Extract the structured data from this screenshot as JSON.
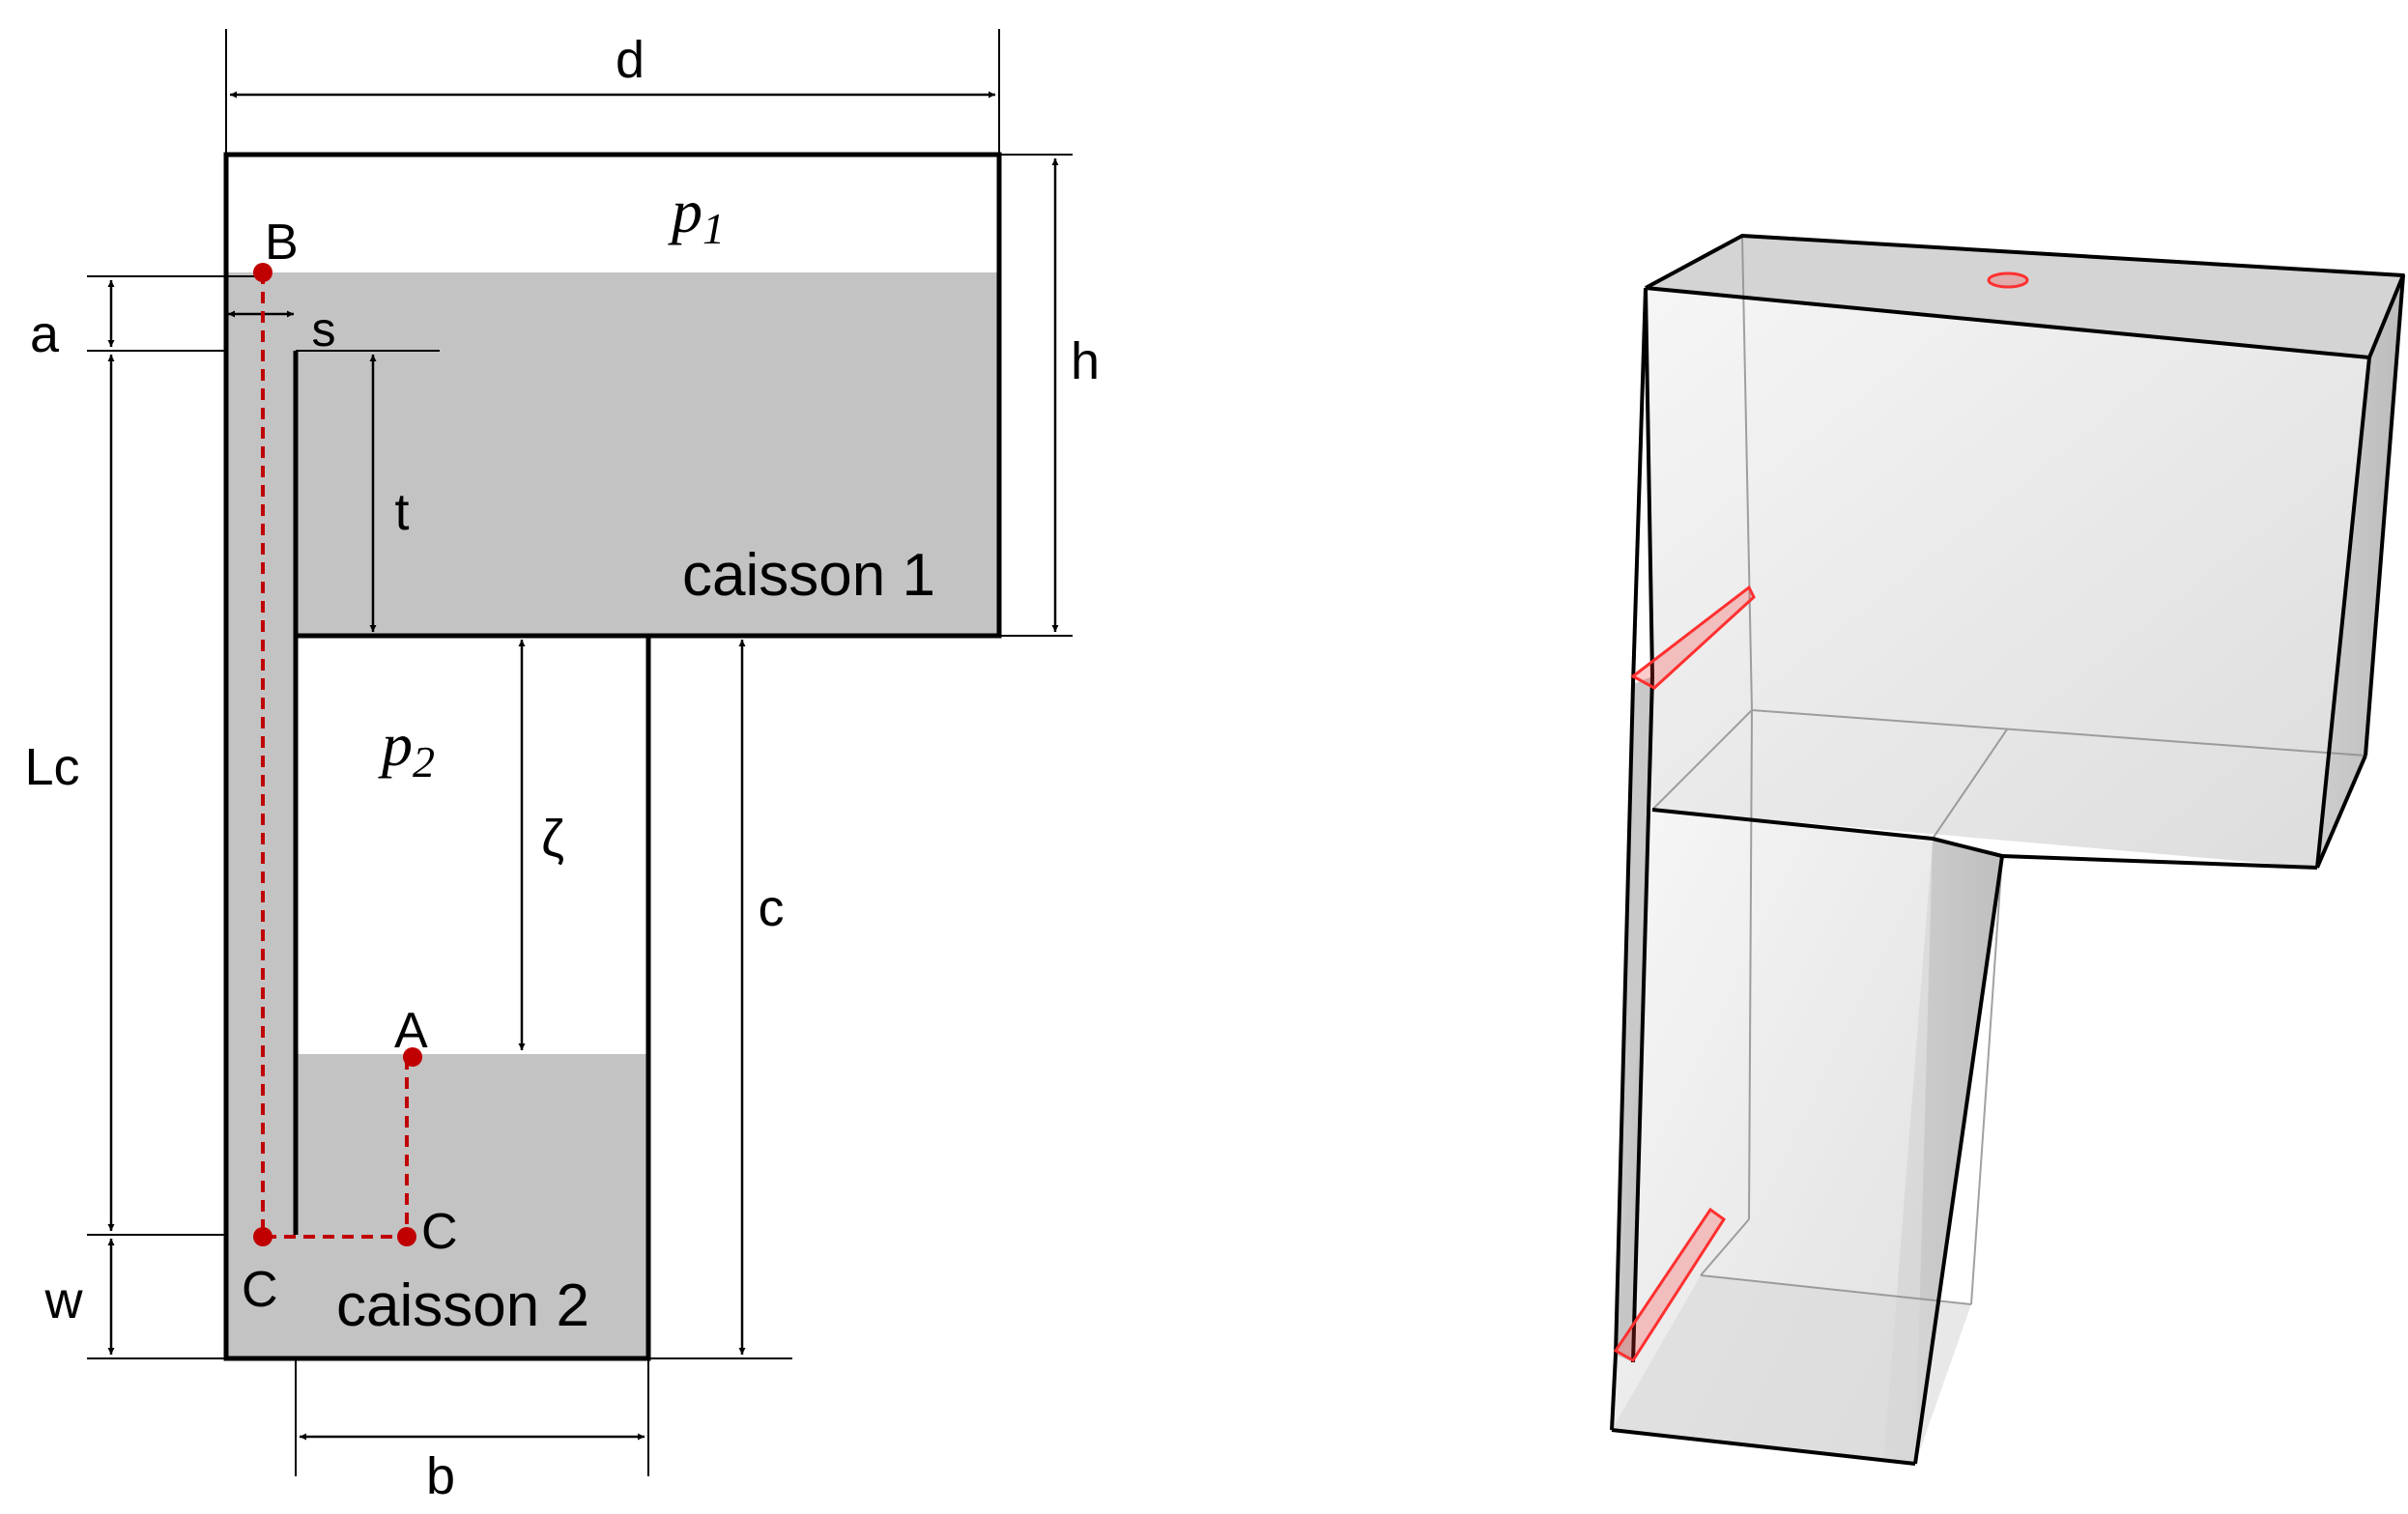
{
  "labels": {
    "d": "d",
    "h": "h",
    "a": "a",
    "s": "s",
    "t": "t",
    "Lc": "Lc",
    "c": "c",
    "w": "w",
    "b": "b",
    "zeta": "ζ",
    "p1_base": "p",
    "p1_sub": "1",
    "p2_base": "p",
    "p2_sub": "2",
    "caisson1": "caisson 1",
    "caisson2": "caisson 2"
  },
  "points": {
    "A": "A",
    "B": "B",
    "C_left": "C",
    "C_right": "C"
  },
  "colors": {
    "water": "#c3c3c3",
    "outline": "#000000",
    "path": "#c00000",
    "box_face": "#e2e2e2",
    "highlight": "#ff3030"
  }
}
